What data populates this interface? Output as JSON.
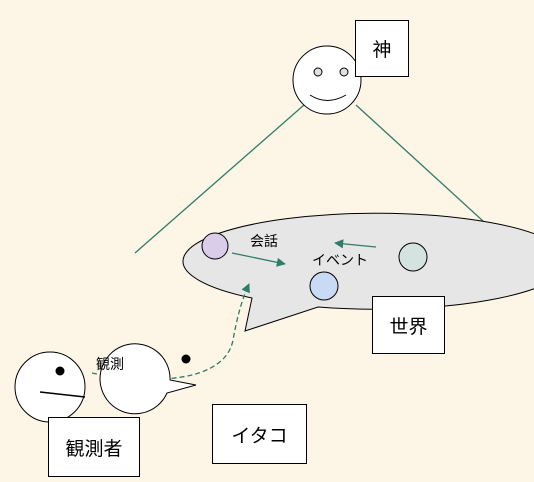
{
  "labels": {
    "god": "神",
    "world": "世界",
    "observer": "観測者",
    "itako": "イタコ",
    "conversation": "会話",
    "event": "イベント",
    "observation": "観測"
  },
  "colors": {
    "background": "#fdf5e6",
    "world_fill": "#e6e6e6",
    "line": "#2e7d68",
    "dot_purple": "#d9cdea",
    "dot_gray_green": "#d5e3e0",
    "dot_blue": "#c9daf4"
  },
  "icons": {
    "god": "smiley-face-icon",
    "observer": "neutral-face-icon",
    "itako": "pacman-face-icon"
  }
}
